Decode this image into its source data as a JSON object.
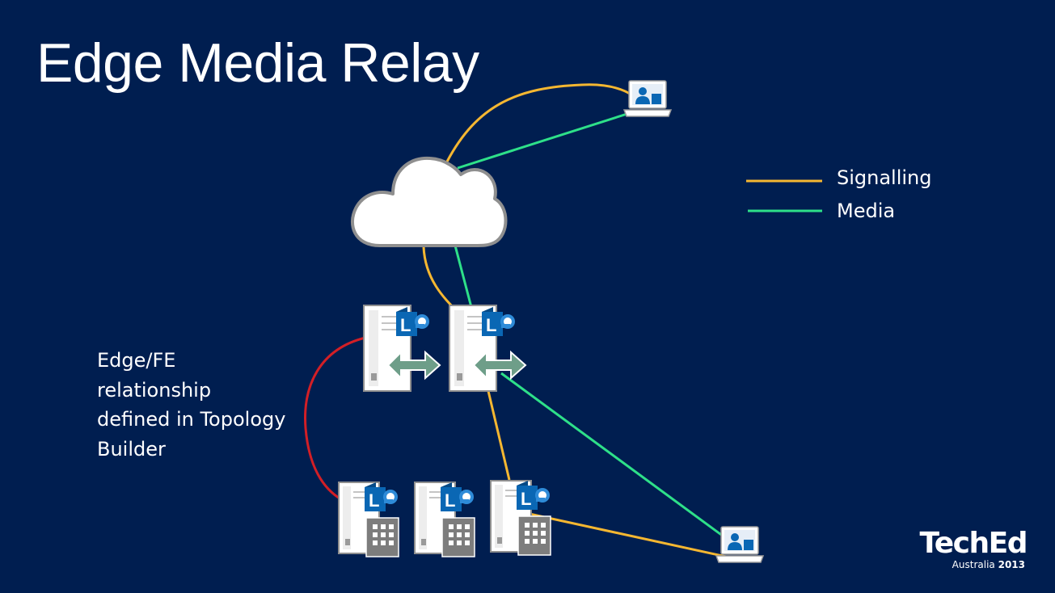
{
  "slide": {
    "title": "Edge Media Relay"
  },
  "legend": [
    {
      "label": "Signalling",
      "color": "#f5b731"
    },
    {
      "label": "Media",
      "color": "#2ee089"
    }
  ],
  "note": {
    "lines": [
      "Edge/FE",
      "relationship",
      "defined in Topology",
      "Builder"
    ],
    "line_color": "#d21f26"
  },
  "server_badge_letter": "L",
  "logo": {
    "name": "TechEd",
    "region": "Australia",
    "year": "2013"
  },
  "icons": {
    "cloud": "cloud-icon",
    "edge_server": "edge-server-icon",
    "front_end_server": "front-end-server-icon",
    "remote_client": "laptop-user-icon"
  }
}
